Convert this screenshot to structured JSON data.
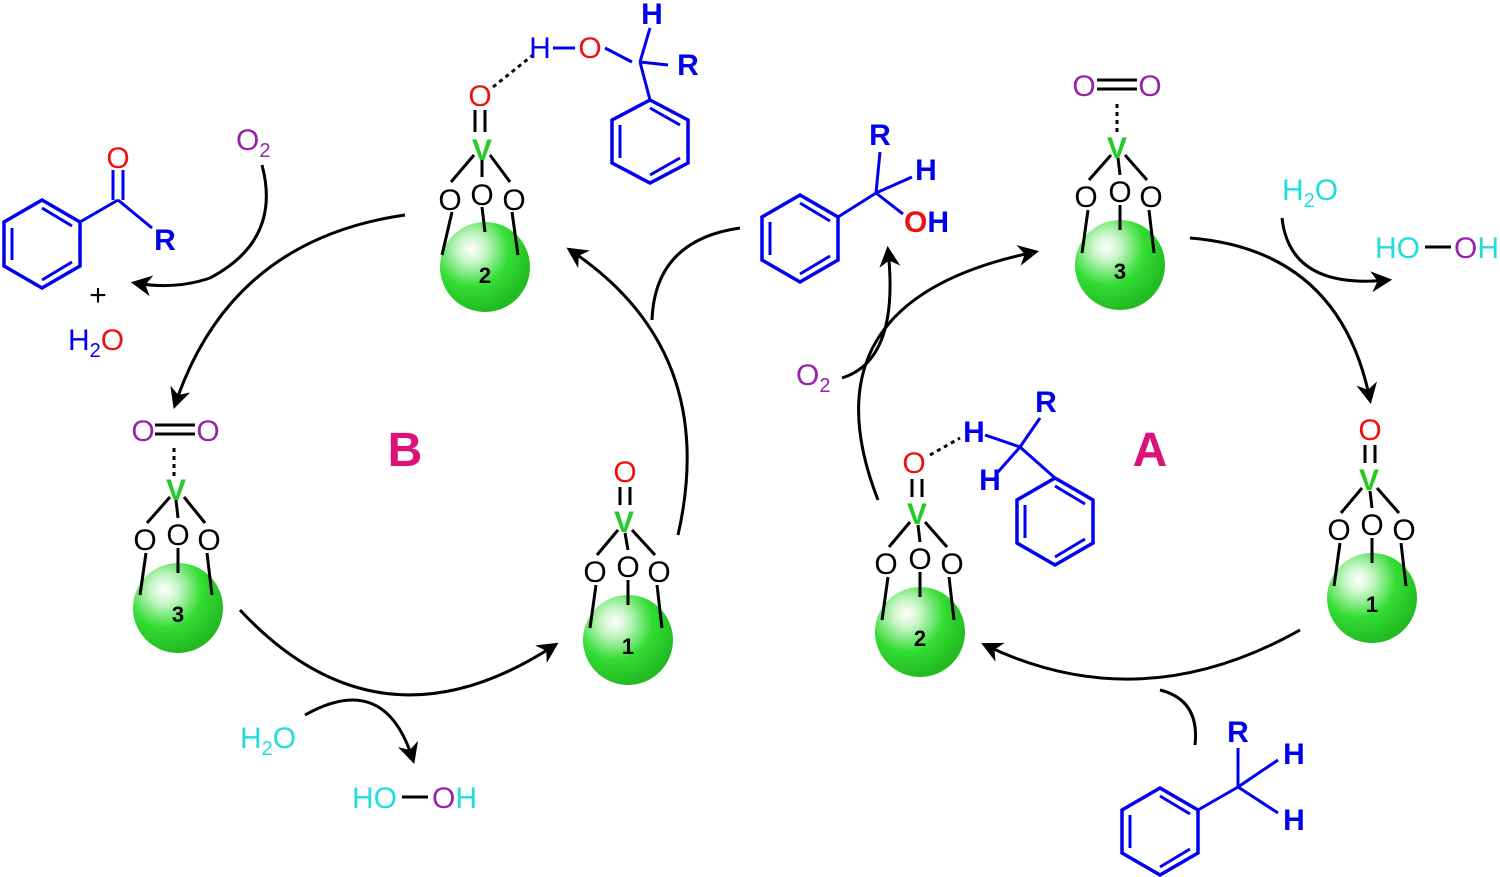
{
  "labels": {
    "cycle_a": "A",
    "cycle_b": "B",
    "site_1": "1",
    "site_2": "2",
    "site_3": "3",
    "vanadium": "V",
    "oxygen": "O",
    "hydrogen": "H",
    "r_group": "R",
    "oh_group": "OH",
    "ho_group": "HO",
    "plus": "+",
    "o2_base": "O",
    "o2_sub": "2",
    "h2o_h": "H",
    "h2o_sub": "2",
    "h2o_o": "O"
  },
  "colors": {
    "support_sphere": "#33dd33",
    "vanadium": "#22cc22",
    "oxo_oxygen": "#ee1111",
    "dioxygen": "#9922aa",
    "substrate": "#0000ee",
    "water": "#22dddd",
    "cycle_label": "#dd1177",
    "bond": "#000000"
  }
}
